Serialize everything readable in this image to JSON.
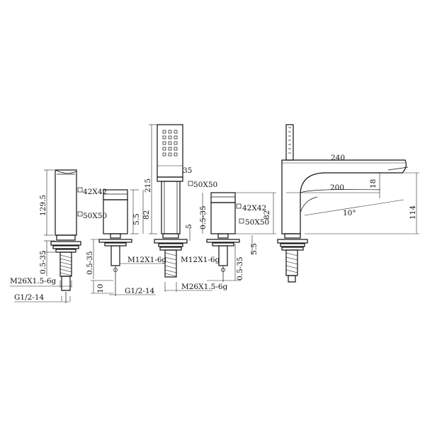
{
  "labels": {
    "spout_height": "129.5",
    "square_42_left": "42X42",
    "square_50_left": "50X50",
    "deck_range_left": "0.5-35",
    "thread_m26_left": "M26X1.5-6g",
    "thread_g12_left": "G1/2-14",
    "valve_left_55": "5.5",
    "valve_left_82": "82",
    "valve_left_range": "0.5-35",
    "valve_left_10": "10",
    "thread_m12_left": "M12X1-6g",
    "thread_g12_mid": "G1/2-14",
    "handshower_width": "35",
    "handshower_height": "215",
    "square_50_mid": "50X50",
    "dim_5": "5",
    "thread_m12_mid": "M12X1-6g",
    "thread_m26_mid": "M26X1.5-6g",
    "valve_right_range": "0.5-35",
    "square_42_right": "42X42",
    "square_50_right": "50X50",
    "valve_right_82": "82",
    "valve_right_55": "5.5",
    "valve_right_range2": "0.5-35",
    "spout_reach": "240",
    "spout_outlet": "200",
    "spout_18": "18",
    "spout_angle": "10°",
    "spout_total_height": "114"
  }
}
